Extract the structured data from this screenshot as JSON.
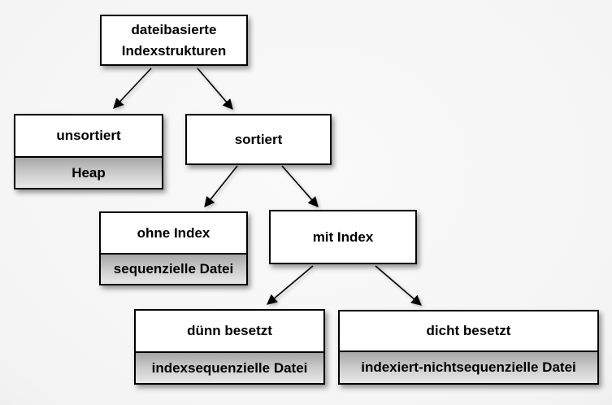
{
  "diagram": {
    "description": "Baumdiagramm dateibasierte Indexstrukturen",
    "nodes": {
      "root": {
        "line1": "dateibasierte",
        "line2": "Indexstrukturen"
      },
      "unsortiert": {
        "label": "unsortiert",
        "sublabel": "Heap"
      },
      "sortiert": {
        "label": "sortiert"
      },
      "ohne_index": {
        "label": "ohne Index",
        "sublabel": "sequenzielle Datei"
      },
      "mit_index": {
        "label": "mit Index"
      },
      "duenn_besetzt": {
        "label": "dünn besetzt",
        "sublabel": "indexsequenzielle Datei"
      },
      "dicht_besetzt": {
        "label": "dicht besetzt",
        "sublabel": "indexiert-nichtsequenzielle Datei"
      }
    },
    "edges": [
      {
        "from": "root",
        "to": "unsortiert"
      },
      {
        "from": "root",
        "to": "sortiert"
      },
      {
        "from": "sortiert",
        "to": "ohne_index"
      },
      {
        "from": "sortiert",
        "to": "mit_index"
      },
      {
        "from": "mit_index",
        "to": "duenn_besetzt"
      },
      {
        "from": "mit_index",
        "to": "dicht_besetzt"
      }
    ],
    "colors": {
      "background": "#f7f7f7",
      "box_fill": "#ffffff",
      "box_border": "#000000",
      "sub_gradient_top": "#a6a6a6",
      "sub_gradient_bottom": "#e9e9e9",
      "arrow": "#000000",
      "text": "#000000"
    }
  }
}
